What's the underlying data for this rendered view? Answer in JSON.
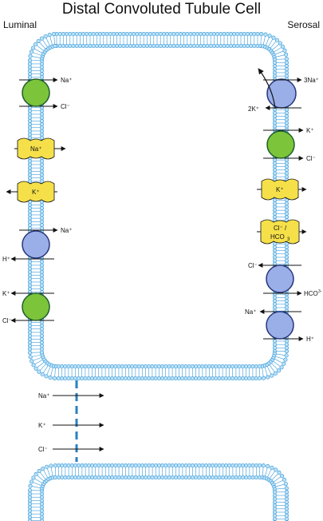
{
  "title": "Distal Convoluted Tubule Cell",
  "side_labels": {
    "luminal": "Luminal",
    "serosal": "Serosal"
  },
  "colors": {
    "membrane_head": "#bfe3f7",
    "membrane_stroke": "#3a9ad9",
    "green_channel": "#7cc43a",
    "blue_channel": "#9aaee8",
    "yellow_transporter": "#f5e04a",
    "junction": "#2b7fc0"
  },
  "luminal_transport": {
    "na_cl_symporter": {
      "na": "Na⁺",
      "cl": "Cl⁻"
    },
    "na_channel": {
      "label": "Na⁺"
    },
    "k_channel": {
      "label": "K⁺"
    },
    "na_h_exchanger": {
      "na": "Na⁺",
      "h": "H⁺"
    },
    "k_cl_cotransporter": {
      "k": "K⁺",
      "cl": "Cl⁻"
    }
  },
  "serosal_transport": {
    "na_k_pump": {
      "na": "3Na⁺",
      "k": "2K⁺"
    },
    "k_cl_cotransporter": {
      "k": "K⁺",
      "cl": "Cl⁻"
    },
    "k_channel": {
      "label": "K⁺"
    },
    "cl_hco3_exchanger": {
      "cl": "Cl⁻ /",
      "hco3": "HCO",
      "hco3_sub": "3"
    },
    "na_hco3_cotransporter": {
      "cl": "Cl⁻",
      "hco3": "HCO",
      "hco3_sup": "3-",
      "na": "Na⁺"
    },
    "h_transporter": {
      "h": "H⁺"
    }
  },
  "paracellular": {
    "na": "Na⁺",
    "k": "K⁺",
    "cl": "Cl⁻"
  }
}
